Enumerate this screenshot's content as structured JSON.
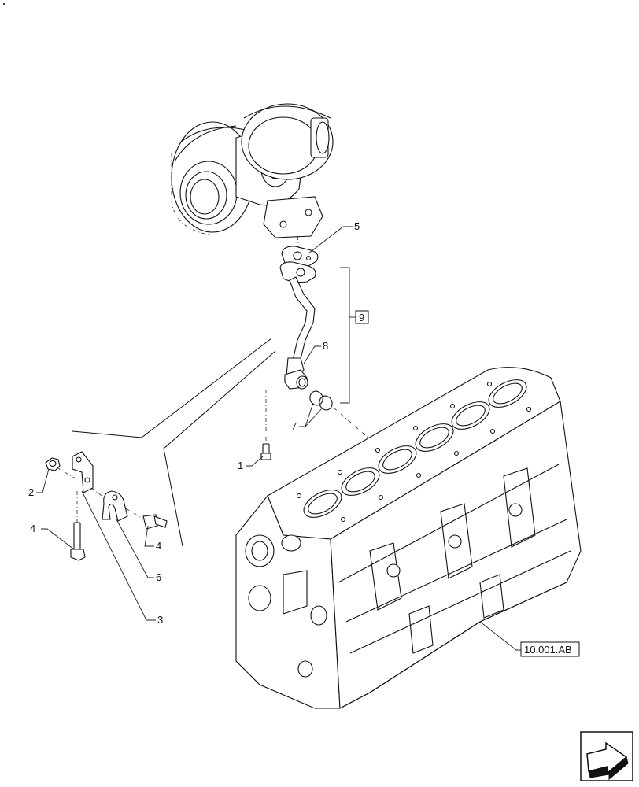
{
  "callouts": {
    "c1": "1",
    "c2": "2",
    "c3": "3",
    "c4a": "4",
    "c4b": "4",
    "c5": "5",
    "c6": "6",
    "c7": "7",
    "c8": "8",
    "c9": "9"
  },
  "reference": {
    "engine_block": "10.001.AB"
  },
  "icons": {
    "nav": "next-page-arrow-icon"
  }
}
